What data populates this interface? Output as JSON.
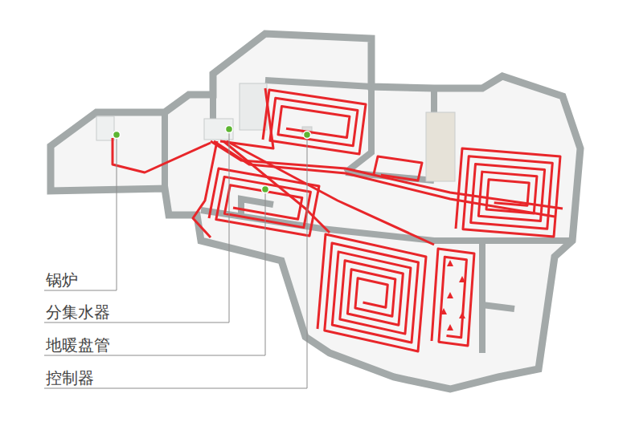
{
  "diagram": {
    "labels": [
      "锅炉",
      "分集水器",
      "地暖盘管",
      "控制器"
    ]
  }
}
